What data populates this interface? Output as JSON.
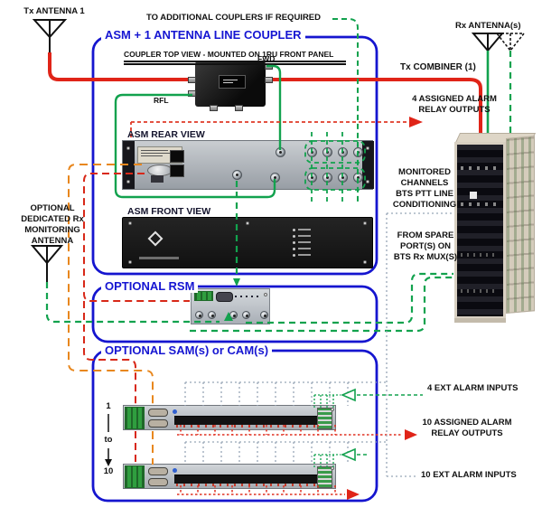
{
  "diagram": {
    "title": "ASM + 1 ANTENNA LINE COUPLER",
    "labels": {
      "tx_antenna": "Tx ANTENNA 1",
      "to_additional_couplers": "TO ADDITIONAL COUPLERS IF REQUIRED",
      "coupler_top_view": "COUPLER TOP VIEW - MOUNTED ON 1RU FRONT PANEL",
      "fwd": "FWD",
      "rfl": "RFL",
      "tx_combiner": "Tx COMBINER (1)",
      "assigned_alarm_4": "4 ASSIGNED ALARM\nRELAY OUTPUTS",
      "rx_antenna": "Rx ANTENNA(s)",
      "asm_rear_view": "ASM REAR VIEW",
      "asm_front_view": "ASM FRONT VIEW",
      "monitoring_antenna": "OPTIONAL\nDEDICATED Rx\nMONITORING\nANTENNA",
      "monitored_channels": "MONITORED\nCHANNELS\nBTS PTT LINE\nCONDITIONING",
      "from_spare_ports": "FROM SPARE\nPORT(S) ON\nBTS Rx MUX(S)",
      "optional_rsm": "OPTIONAL RSM",
      "optional_sam": "OPTIONAL SAM(s) or CAM(s)",
      "range_start": "1",
      "range_to": "to",
      "range_end": "10",
      "ext_alarm_4": "4 EXT ALARM INPUTS",
      "assigned_alarm_10": "10 ASSIGNED ALARM\nRELAY OUTPUTS",
      "ext_alarm_10": "10 EXT ALARM INPUTS"
    },
    "colors": {
      "box_blue": "#1515cf",
      "line_red": "#e02418",
      "line_green": "#12a24e",
      "dashed_red": "#e03a28",
      "dashed_orange": "#e8871e",
      "dotted_gray": "#98a6b6",
      "text_black": "#111111"
    }
  }
}
